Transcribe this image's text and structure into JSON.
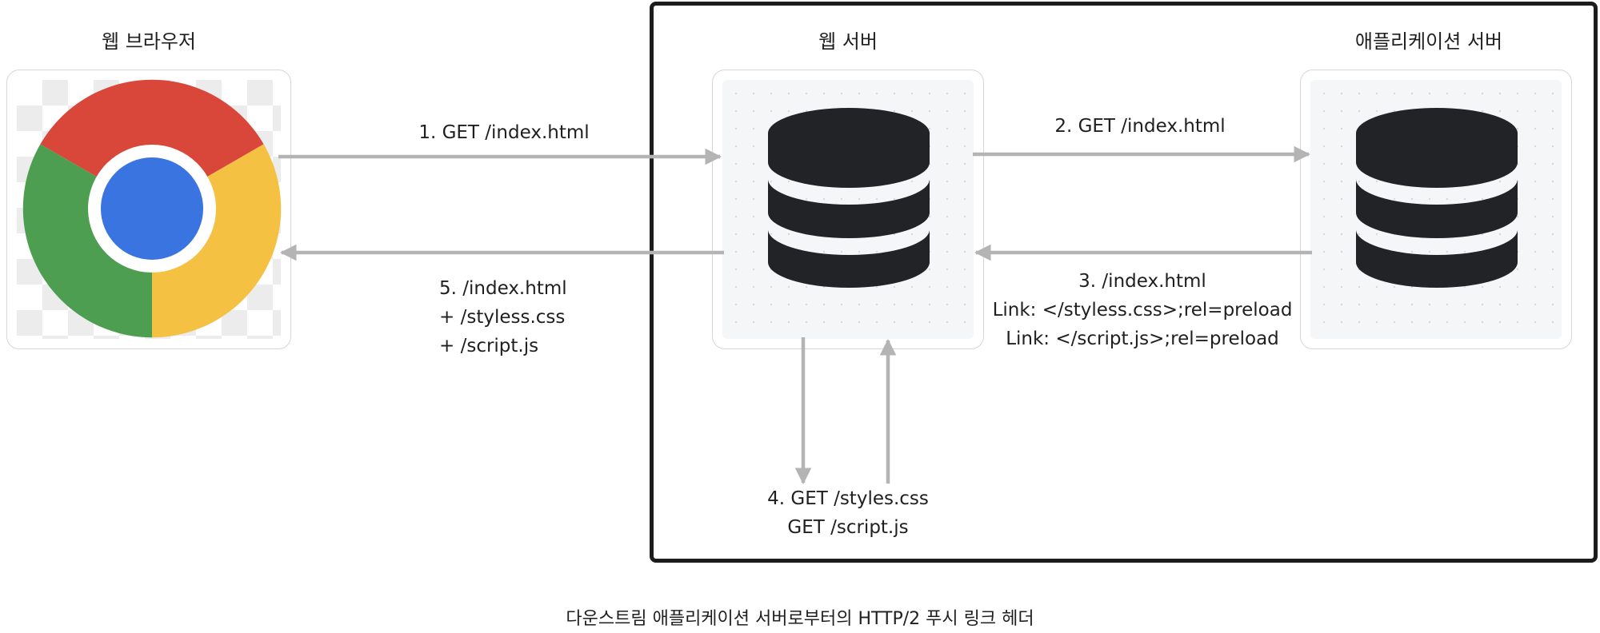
{
  "nodes": {
    "browser": {
      "title": "웹 브라우저",
      "icon": "chrome-logo-icon"
    },
    "web_server": {
      "title": "웹 서버",
      "icon": "database-icon"
    },
    "app_server": {
      "title": "애플리케이션 서버",
      "icon": "database-icon"
    }
  },
  "edges": {
    "e1": [
      "1. GET /index.html"
    ],
    "e2": [
      "2. GET /index.html"
    ],
    "e3": [
      "3. /index.html",
      "Link: </styless.css>;rel=preload",
      "Link: </script.js>;rel=preload"
    ],
    "e4": [
      "4. GET /styles.css",
      "GET /script.js"
    ],
    "e5": [
      "5. /index.html",
      "+ /styless.css",
      "+ /script.js"
    ]
  },
  "caption": "다운스트림 애플리케이션 서버로부터의 HTTP/2 푸시 링크 헤더",
  "colors": {
    "arrow": "#b4b4b4",
    "db": "#212326",
    "frame": "#1c1c1c",
    "chrome_red": "#d9473a",
    "chrome_yellow": "#f4c142",
    "chrome_green": "#4e9e52",
    "chrome_blue": "#3a74e0"
  }
}
